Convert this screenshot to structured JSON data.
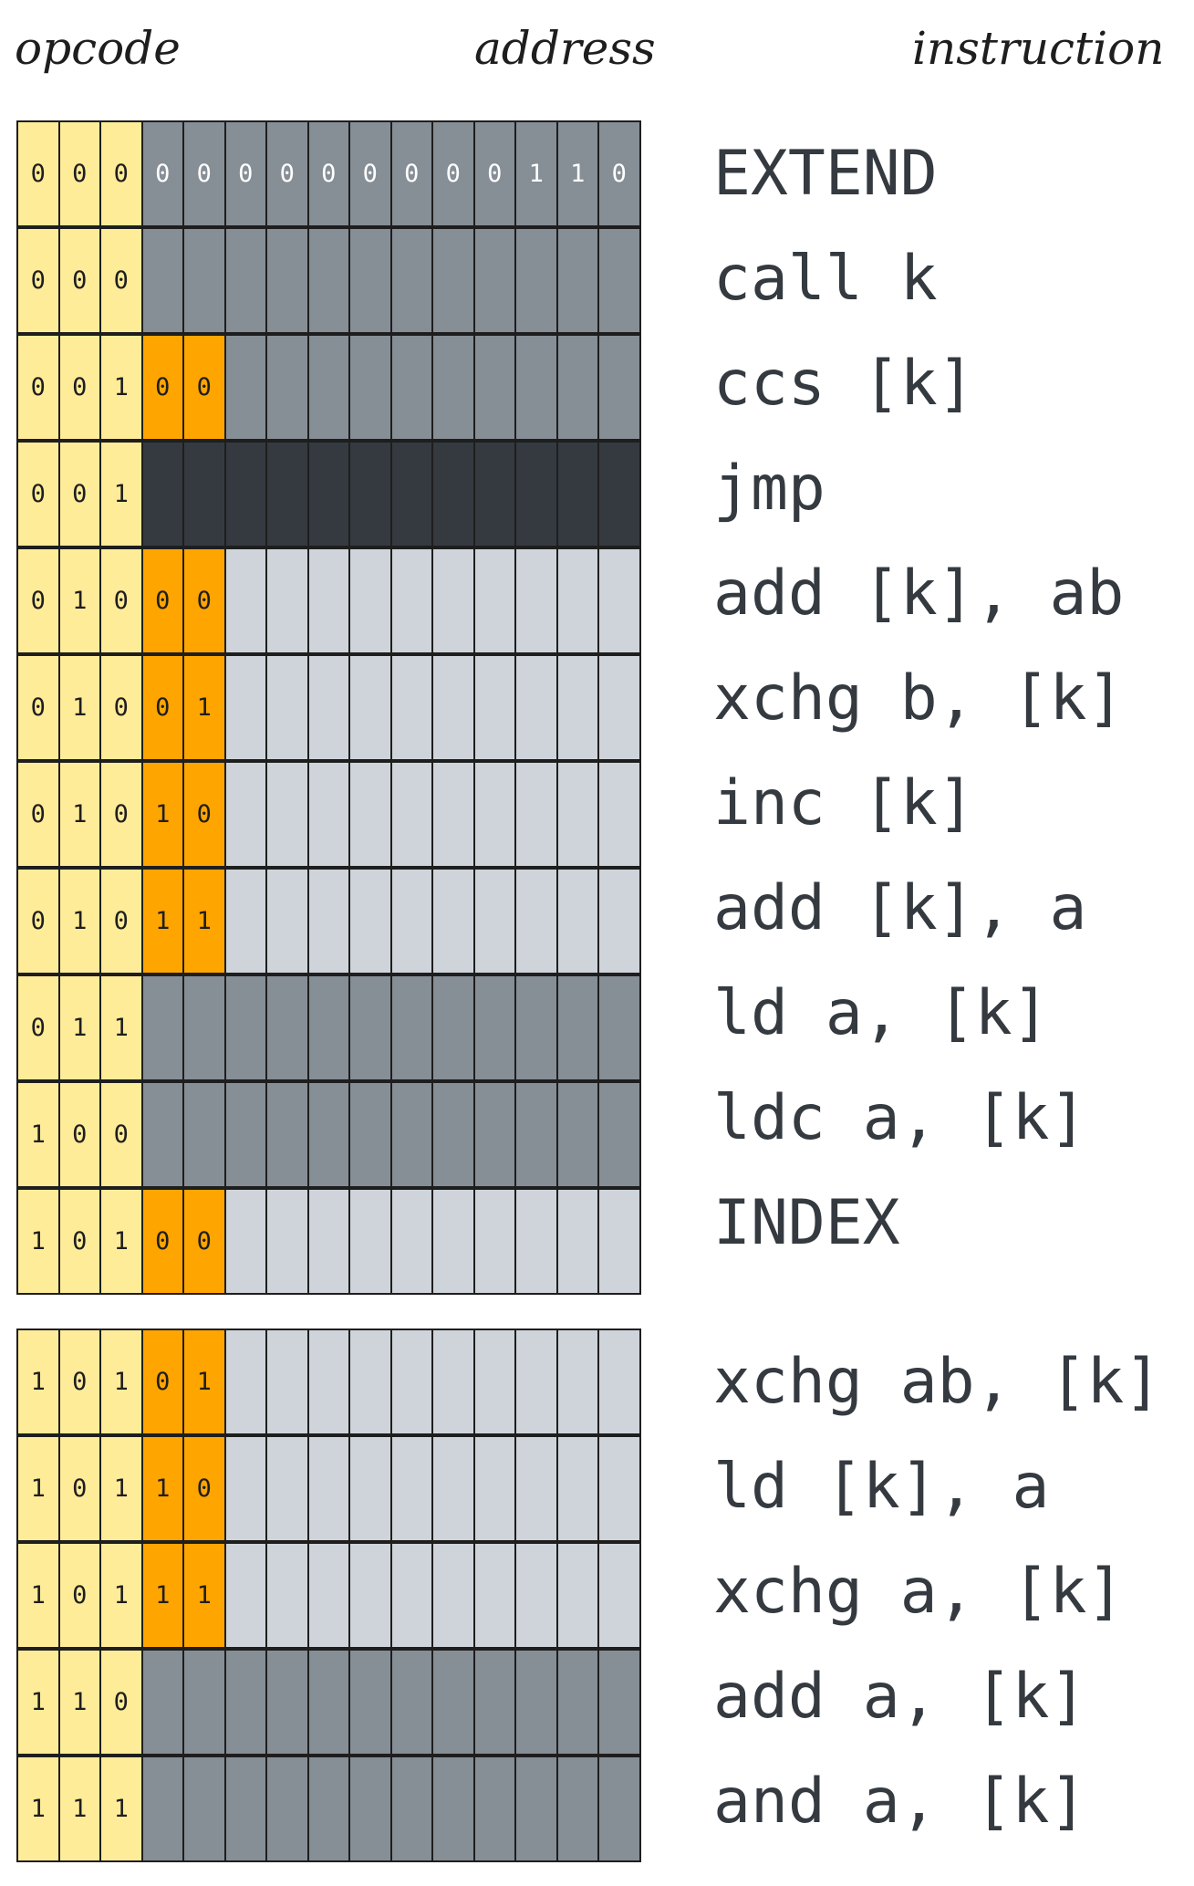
{
  "headers": {
    "opcode": "opcode",
    "address": "address",
    "instruction": "instruction"
  },
  "groups": [
    {
      "rows": [
        {
          "opcode": [
            "0",
            "0",
            "0"
          ],
          "ext": [],
          "address_bits": [
            "0",
            "0",
            "0",
            "0",
            "0",
            "0",
            "0",
            "0",
            "0",
            "1",
            "1",
            "0"
          ],
          "fill": "dark",
          "instruction": "EXTEND"
        },
        {
          "opcode": [
            "0",
            "0",
            "0"
          ],
          "ext": [],
          "address_bits": [],
          "fill": "dark",
          "instruction": "call k"
        },
        {
          "opcode": [
            "0",
            "0",
            "1"
          ],
          "ext": [
            "0",
            "0"
          ],
          "address_bits": [],
          "fill": "dark",
          "instruction": "ccs [k]"
        },
        {
          "opcode": [
            "0",
            "0",
            "1"
          ],
          "ext": [],
          "address_bits": [],
          "fill": "darker",
          "instruction": "jmp"
        },
        {
          "opcode": [
            "0",
            "1",
            "0"
          ],
          "ext": [
            "0",
            "0"
          ],
          "address_bits": [],
          "fill": "light",
          "instruction": "add [k], ab"
        },
        {
          "opcode": [
            "0",
            "1",
            "0"
          ],
          "ext": [
            "0",
            "1"
          ],
          "address_bits": [],
          "fill": "light",
          "instruction": "xchg b, [k]"
        },
        {
          "opcode": [
            "0",
            "1",
            "0"
          ],
          "ext": [
            "1",
            "0"
          ],
          "address_bits": [],
          "fill": "light",
          "instruction": "inc [k]"
        },
        {
          "opcode": [
            "0",
            "1",
            "0"
          ],
          "ext": [
            "1",
            "1"
          ],
          "address_bits": [],
          "fill": "light",
          "instruction": "add [k], a"
        },
        {
          "opcode": [
            "0",
            "1",
            "1"
          ],
          "ext": [],
          "address_bits": [],
          "fill": "dark",
          "instruction": "ld a, [k]"
        },
        {
          "opcode": [
            "1",
            "0",
            "0"
          ],
          "ext": [],
          "address_bits": [],
          "fill": "dark",
          "instruction": "ldc a, [k]"
        },
        {
          "opcode": [
            "1",
            "0",
            "1"
          ],
          "ext": [
            "0",
            "0"
          ],
          "address_bits": [],
          "fill": "light",
          "instruction": "INDEX"
        }
      ]
    },
    {
      "rows": [
        {
          "opcode": [
            "1",
            "0",
            "1"
          ],
          "ext": [
            "0",
            "1"
          ],
          "address_bits": [],
          "fill": "light",
          "instruction": "xchg ab, [k]"
        },
        {
          "opcode": [
            "1",
            "0",
            "1"
          ],
          "ext": [
            "1",
            "0"
          ],
          "address_bits": [],
          "fill": "light",
          "instruction": "ld [k], a"
        },
        {
          "opcode": [
            "1",
            "0",
            "1"
          ],
          "ext": [
            "1",
            "1"
          ],
          "address_bits": [],
          "fill": "light",
          "instruction": "xchg a, [k]"
        },
        {
          "opcode": [
            "1",
            "1",
            "0"
          ],
          "ext": [],
          "address_bits": [],
          "fill": "dark",
          "instruction": "add a, [k]"
        },
        {
          "opcode": [
            "1",
            "1",
            "1"
          ],
          "ext": [],
          "address_bits": [],
          "fill": "dark",
          "instruction": "and a, [k]"
        }
      ]
    }
  ],
  "colors": {
    "opcode": "#ffec99",
    "highlight": "#ffa500",
    "dark": "#868e96",
    "darker": "#343a40",
    "light": "#ced4da",
    "text": "#343a40"
  }
}
